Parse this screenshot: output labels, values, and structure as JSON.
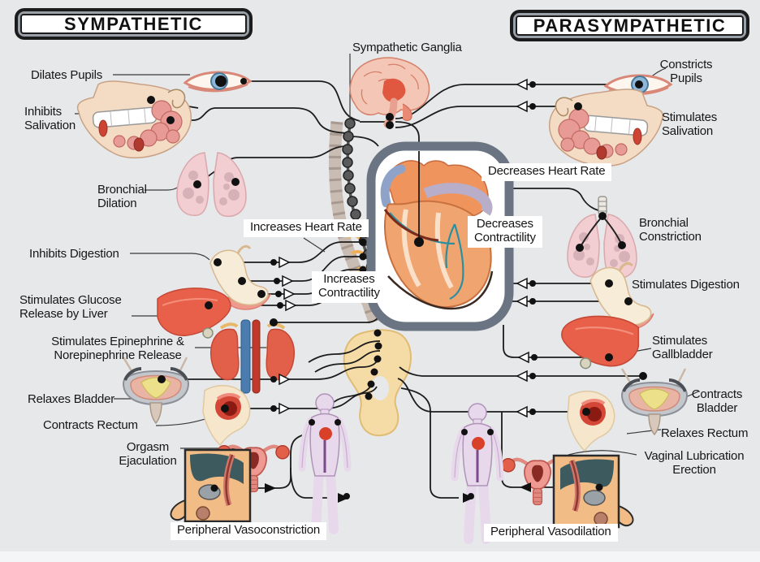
{
  "headers": {
    "sympathetic": "SYMPATHETIC",
    "parasympathetic": "PARASYMPATHETIC"
  },
  "center_labels": {
    "ganglia": "Sympathetic Ganglia",
    "increases_heart_rate": "Increases Heart Rate",
    "increases_contractility": "Increases\nContractility",
    "decreases_heart_rate": "Decreases Heart Rate",
    "decreases_contractility": "Decreases\nContractility"
  },
  "sympathetic_labels": {
    "pupils": "Dilates Pupils",
    "salivation": "Inhibits\nSalivation",
    "bronchial": "Bronchial\nDilation",
    "digestion": "Inhibits Digestion",
    "glucose": "Stimulates Glucose\nRelease by Liver",
    "epinephrine": "Stimulates Epinephrine &\nNorepinephrine Release",
    "bladder": "Relaxes Bladder",
    "rectum": "Contracts Rectum",
    "orgasm": "Orgasm\nEjaculation",
    "vasoconstriction": "Peripheral Vasoconstriction"
  },
  "parasympathetic_labels": {
    "pupils": "Constricts\nPupils",
    "salivation": "Stimulates\nSalivation",
    "bronchial": "Bronchial\nConstriction",
    "digestion": "Stimulates Digestion",
    "gallbladder": "Stimulates\nGallbladder",
    "bladder": "Contracts\nBladder",
    "rectum": "Relaxes Rectum",
    "vaginal": "Vaginal Lubrication\nErection",
    "vasodilation": "Peripheral Vasodilation"
  },
  "palette": {
    "background": "#e7e8ea",
    "wire": "#1c1c1c",
    "heart_box_border": "#6a7482",
    "organ_red": "#e2604a",
    "organ_pink": "#f2cdd1",
    "label_box": "#ffffff"
  }
}
